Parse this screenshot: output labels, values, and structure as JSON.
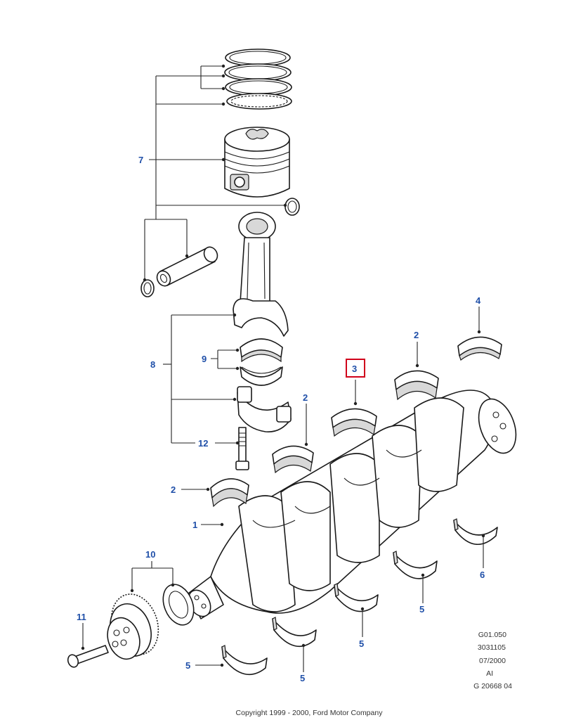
{
  "callouts": {
    "c1": "1",
    "c2a": "2",
    "c2b": "2",
    "c2c": "2",
    "c3": "3",
    "c4": "4",
    "c5a": "5",
    "c5b": "5",
    "c5c": "5",
    "c5d": "5",
    "c6": "6",
    "c7": "7",
    "c8": "8",
    "c9": "9",
    "c10": "10",
    "c11": "11",
    "c12": "12"
  },
  "highlighted_callout": "3",
  "highlight_color": "#d0021b",
  "callout_color": "#1f4fa8",
  "reference_block": {
    "line1": "G01.050",
    "line2": "3031105",
    "line3": "07/2000",
    "line4": "AI",
    "line5": "G 20668 04"
  },
  "copyright": "Copyright 1999 - 2000, Ford Motor Company"
}
